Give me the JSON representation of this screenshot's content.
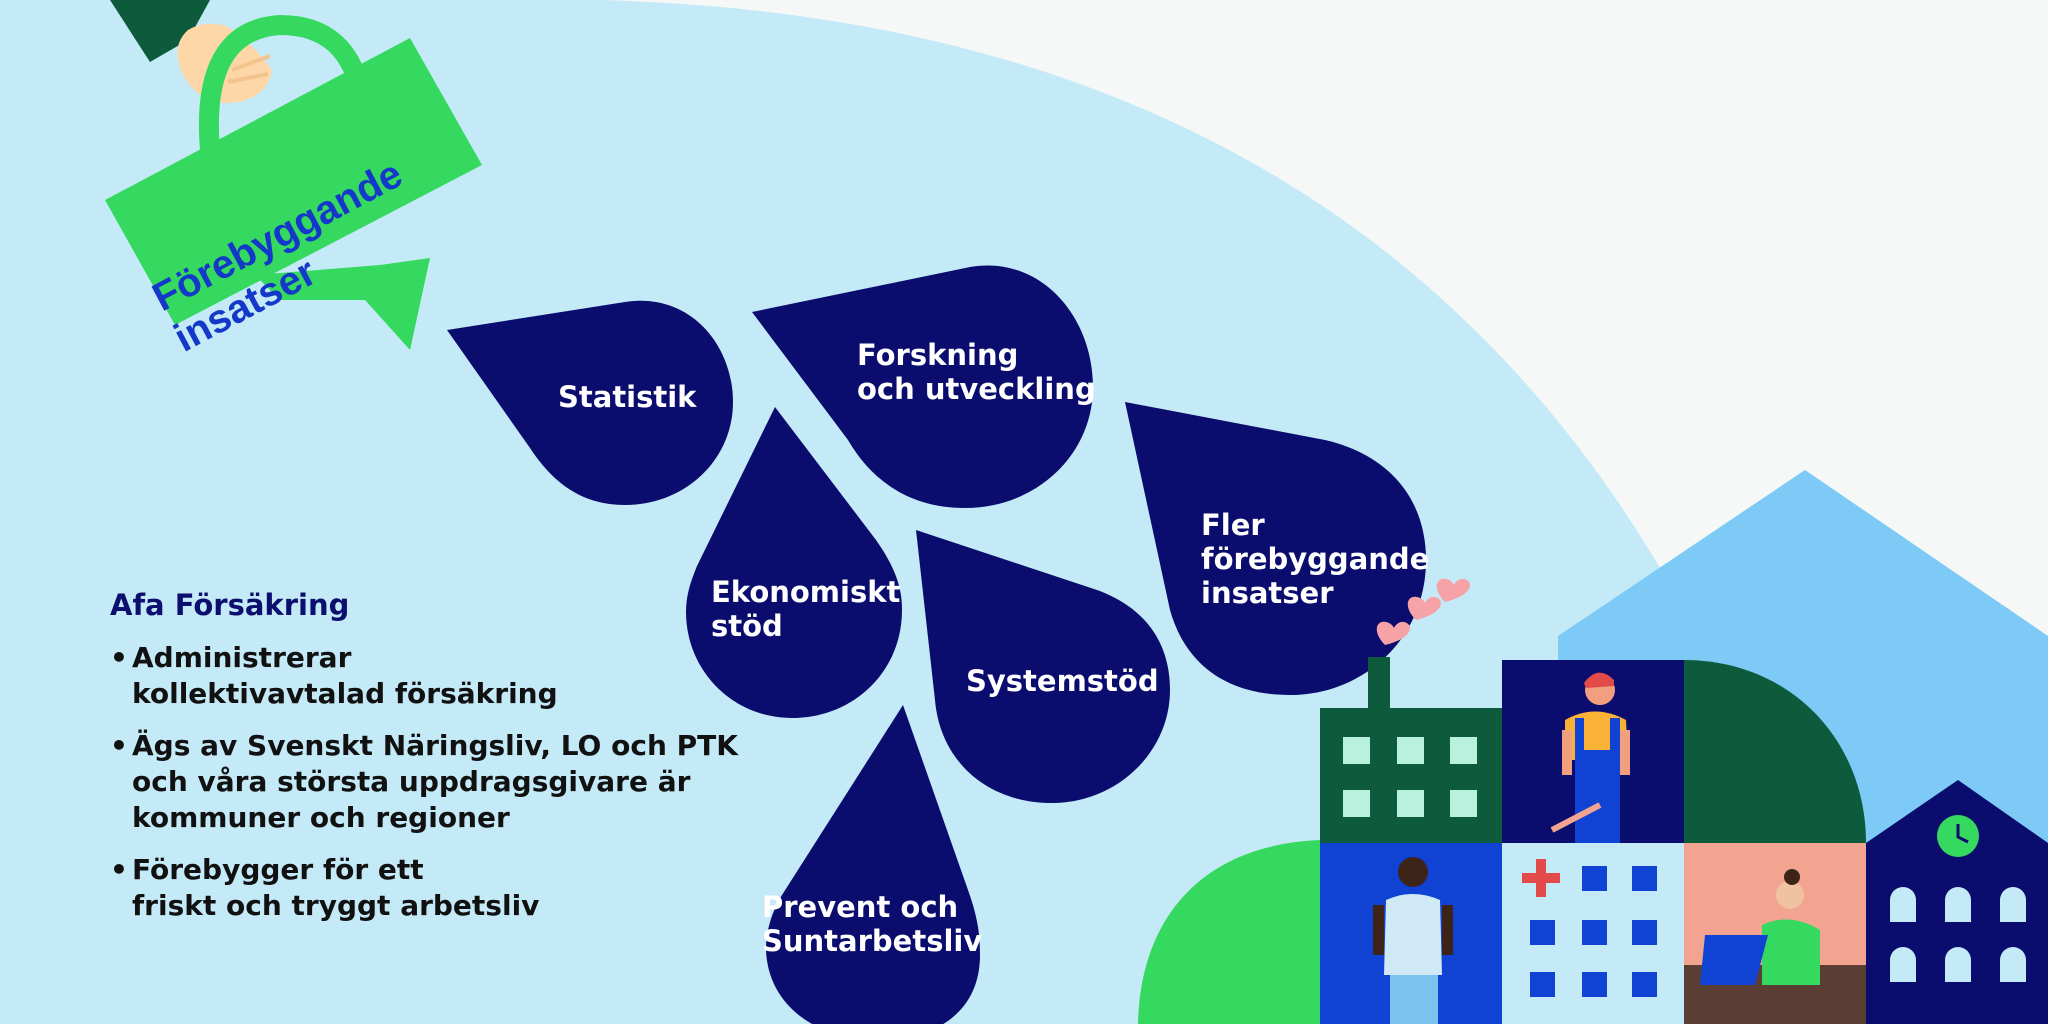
{
  "can_label": "Förebyggande\ninsatser",
  "drops": [
    {
      "id": "statistik",
      "label": "Statistik"
    },
    {
      "id": "forskning",
      "label": "Forskning\noch utveckling"
    },
    {
      "id": "ekonomiskt",
      "label": "Ekonomiskt\nstöd"
    },
    {
      "id": "systemstod",
      "label": "Systemstöd"
    },
    {
      "id": "fler",
      "label": "Fler\nförebyggande\ninsatser"
    },
    {
      "id": "prevent",
      "label": "Prevent och\nSuntarbetsliv"
    }
  ],
  "info": {
    "title": "Afa Försäkring",
    "items": [
      "Administrerar\nkollektivavtalad försäkring",
      "Ägs av Svenskt Näringsliv, LO och PTK\noch våra största uppdragsgivare är\nkommuner och regioner",
      "Förebygger för ett\nfriskt och tryggt arbetsliv"
    ]
  },
  "colors": {
    "sky": "#c5eaf7",
    "drop": "#0b0d6e",
    "can": "#35d95f",
    "can_text": "#1438c9",
    "dark_green": "#0d5b3c",
    "blue": "#1043d4",
    "navy": "#0c0f6e",
    "salmon": "#f3a491",
    "light_blue": "#7ccaf5"
  }
}
